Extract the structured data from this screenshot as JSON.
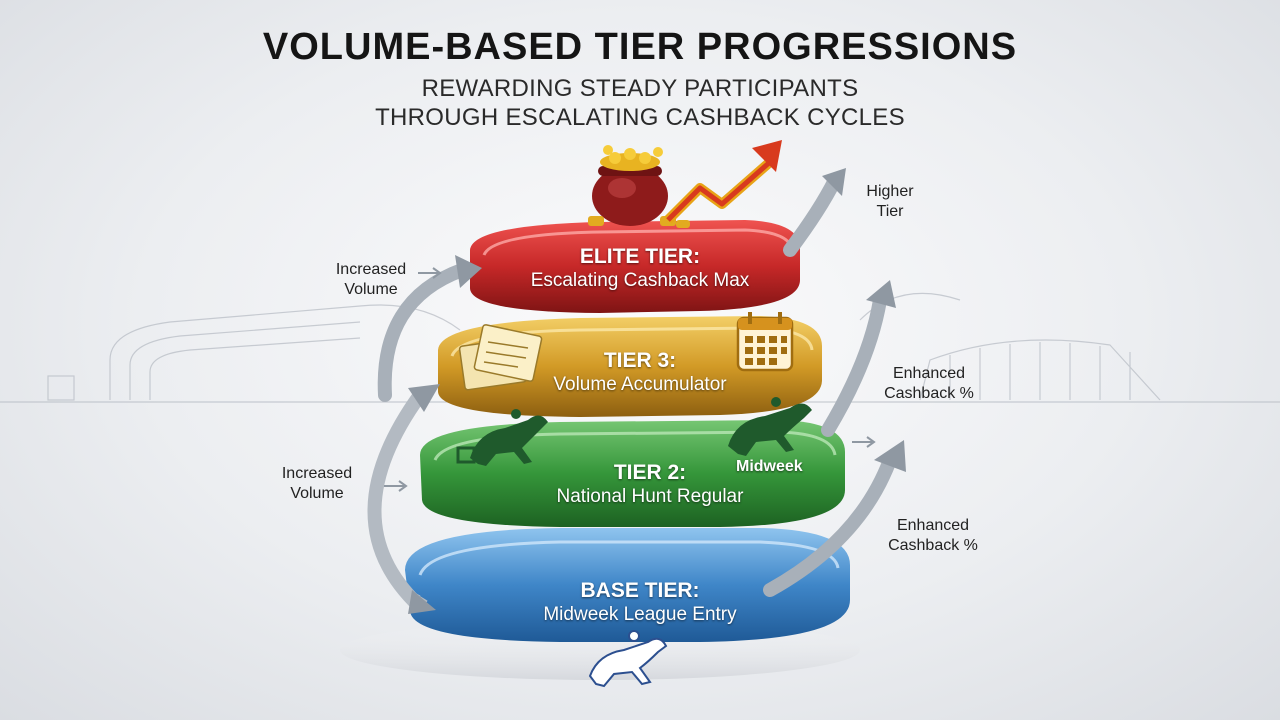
{
  "header": {
    "title": "VOLUME-BASED TIER PROGRESSIONS",
    "subtitle_line1": "REWARDING STEADY PARTICIPANTS",
    "subtitle_line2": "THROUGH ESCALATING CASHBACK CYCLES"
  },
  "tiers": [
    {
      "name": "ELITE TIER:",
      "label": "Escalating Cashback Max",
      "color": "#c62828"
    },
    {
      "name": "TIER 3:",
      "label": "Volume Accumulator",
      "color": "#d8a02a"
    },
    {
      "name": "TIER 2:",
      "label": "National Hunt Regular",
      "color": "#3b9a3f"
    },
    {
      "name": "BASE TIER:",
      "label": "Midweek League Entry",
      "color": "#3f86c8"
    }
  ],
  "side_labels": {
    "increased_volume_top_1": "Increased",
    "increased_volume_top_2": "Volume",
    "increased_volume_bottom_1": "Increased",
    "increased_volume_bottom_2": "Volume",
    "higher_tier_1": "Higher",
    "higher_tier_2": "Tier",
    "enhanced_top_1": "Enhanced",
    "enhanced_top_2": "Cashback %",
    "enhanced_bottom_1": "Enhanced",
    "enhanced_bottom_2": "Cashback %",
    "midweek": "Midweek"
  },
  "icons": [
    "pot-of-gold-icon",
    "rising-arrow-icon",
    "betting-slips-icon",
    "calendar-icon",
    "racehorse-icon"
  ]
}
